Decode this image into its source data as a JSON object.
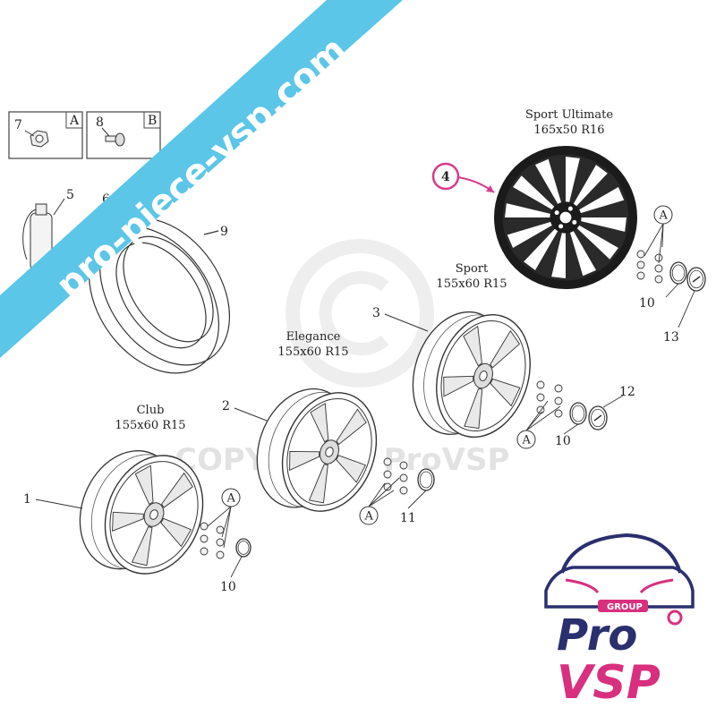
{
  "colors": {
    "banner": "#5bc6e8",
    "highlight": "#d63b8a",
    "brand_navy": "#2a2f6e",
    "brand_pink": "#d8307e",
    "line": "#333333",
    "watermark": "#cfcfcf"
  },
  "banner_text": "pro-piece-vsp.com",
  "watermark_text": "COPYRIGHT ProVSP",
  "brand": {
    "tag": "GROUP",
    "line1": "Pro",
    "line2": "VSP"
  },
  "wheels": [
    {
      "name": "Club",
      "size": "155x60 R15",
      "num": "1"
    },
    {
      "name": "Elegance",
      "size": "155x60 R15",
      "num": "2"
    },
    {
      "name": "Sport",
      "size": "155x60 R15",
      "num": "3"
    },
    {
      "name": "Sport Ultimate",
      "size": "165x50 R16",
      "num": "4"
    }
  ],
  "parts": {
    "nut": "7",
    "nut_tag": "A",
    "bolt": "8",
    "bolt_tag": "B",
    "sealant": "5",
    "clip": "6",
    "clip_tag": "B",
    "tyre": "9",
    "cap_small": "10",
    "cap_eleg": "11",
    "cap_sport": "12",
    "cap_ult": "13"
  },
  "ring_letter": "A"
}
